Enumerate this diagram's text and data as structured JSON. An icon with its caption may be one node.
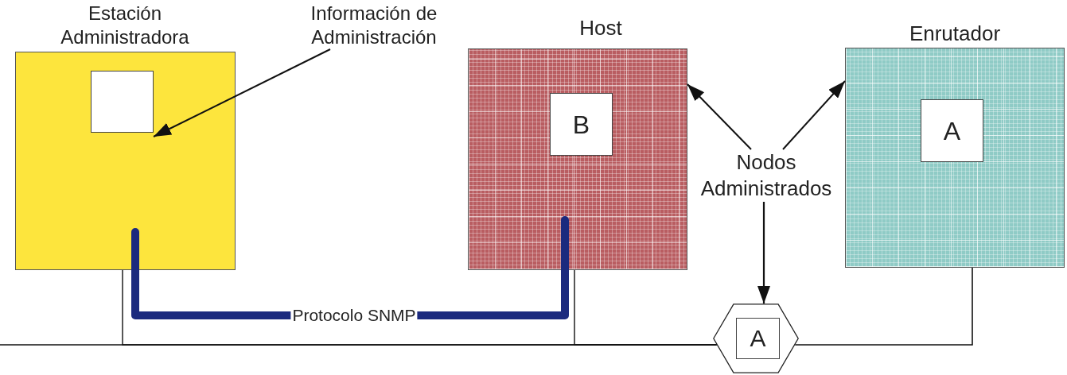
{
  "diagram": {
    "nodes": [
      {
        "text": [
          "Estación Administradora"
        ]
      },
      {
        "text": [],
        "shape": "box",
        "in": 0
      },
      {
        "text": [
          "Información de Administración"
        ]
      },
      {
        "text": [
          "Host"
        ]
      },
      {
        "text": [
          "B"
        ],
        "in": 3
      },
      {
        "text": [
          "Enrutador"
        ]
      },
      {
        "text": [
          "A"
        ],
        "in": 5
      },
      {
        "text": [
          "Nodos Administrados"
        ]
      },
      {
        "text": [],
        "shape": "hexagon"
      },
      {
        "text": [
          "A"
        ],
        "in": 8
      }
    ],
    "edges": [
      {
        "from": 2,
        "to": 1,
        "arrow": "to"
      },
      {
        "from": 7,
        "to": 3,
        "arrow": "to"
      },
      {
        "from": 7,
        "to": 5,
        "arrow": "to"
      },
      {
        "from": 7,
        "to": 8,
        "arrow": "to"
      },
      {
        "from": 0,
        "to": 3,
        "arrow": "none",
        "label": "Protocolo SNMP",
        "style": "thick",
        "color": "#1b2a7e"
      },
      {
        "from": 0,
        "to": 8,
        "arrow": "none"
      },
      {
        "from": 3,
        "to": 8,
        "arrow": "none"
      },
      {
        "from": 8,
        "to": 5,
        "arrow": "none"
      },
      {
        "from": null,
        "to": 8,
        "arrow": "none"
      }
    ]
  }
}
